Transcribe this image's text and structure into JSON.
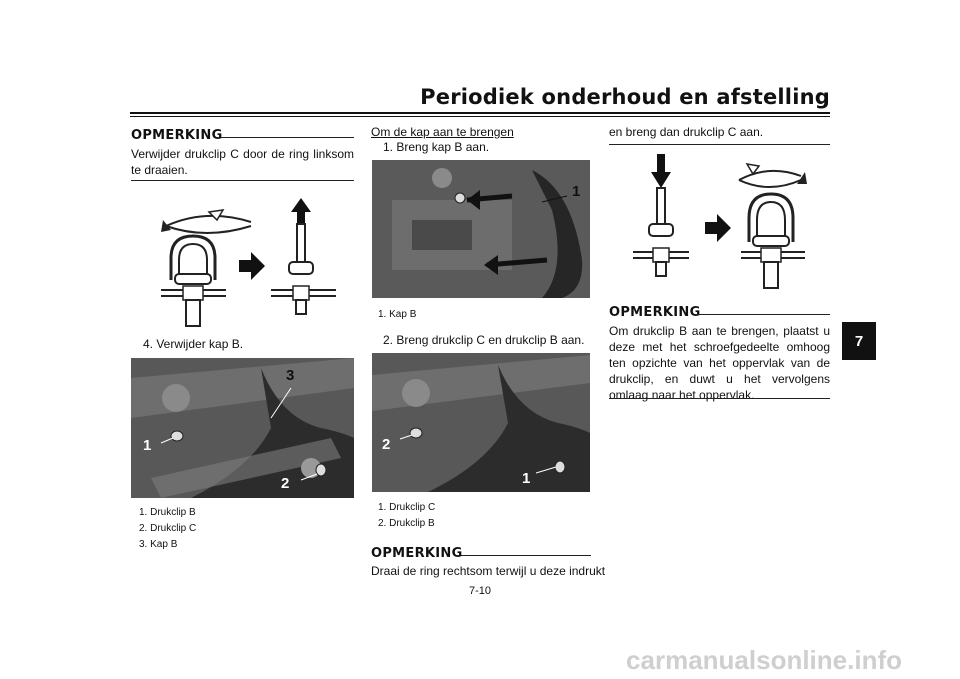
{
  "header": {
    "title": "Periodiek onderhoud en afstelling"
  },
  "chapter_tab": "7",
  "col1": {
    "note1_title": "OPMERKING",
    "note1_text": "Verwijder drukclip C door de ring linksom te draaien.",
    "step4": "4.  Verwijder kap B.",
    "fig_callouts": [
      "1",
      "2",
      "3"
    ],
    "captions": [
      "1.  Drukclip B",
      "2.  Drukclip C",
      "3.  Kap B"
    ]
  },
  "col2": {
    "heading": "Om de kap aan te brengen",
    "step1": "1.  Breng kap B aan.",
    "fig1_callouts": [
      "1"
    ],
    "fig1_caption": "1.  Kap B",
    "step2": "2.  Breng drukclip C en drukclip B aan.",
    "fig2_callouts": [
      "1",
      "2"
    ],
    "fig2_captions": [
      "1.  Drukclip C",
      "2.  Drukclip B"
    ],
    "note_title": "OPMERKING",
    "note_text": "Draai de ring rechtsom terwijl u deze indrukt"
  },
  "col3": {
    "continued": "en breng dan drukclip C aan.",
    "note_title": "OPMERKING",
    "note_text": "Om drukclip B aan te brengen, plaatst u deze met het schroefgedeelte omhoog ten opzichte van het oppervlak van de drukclip, en duwt u het vervolgens omlaag naar het oppervlak."
  },
  "footer": {
    "page_number": "7-10"
  },
  "watermark": "carmanualsonline.info"
}
